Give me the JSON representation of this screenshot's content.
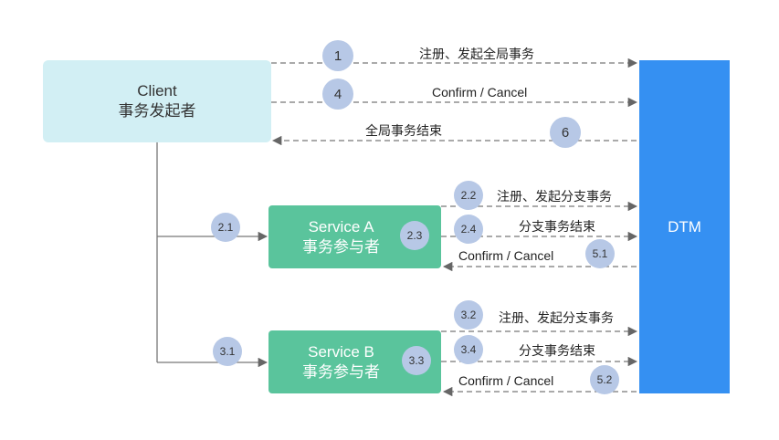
{
  "nodes": {
    "client": {
      "name": "Client",
      "role": "事务发起者"
    },
    "service_a": {
      "name": "Service A",
      "role": "事务参与者"
    },
    "service_b": {
      "name": "Service B",
      "role": "事务参与者"
    },
    "dtm": {
      "name": "DTM"
    }
  },
  "steps": {
    "s1": {
      "num": "1",
      "label": "注册、发起全局事务"
    },
    "s4": {
      "num": "4",
      "label": "Confirm / Cancel"
    },
    "s6": {
      "num": "6",
      "label": "全局事务结束"
    },
    "s2_1": {
      "num": "2.1"
    },
    "s2_2": {
      "num": "2.2",
      "label": "注册、发起分支事务"
    },
    "s2_3": {
      "num": "2.3"
    },
    "s2_4": {
      "num": "2.4",
      "label": "分支事务结束"
    },
    "s5_1": {
      "num": "5.1",
      "label": "Confirm / Cancel"
    },
    "s3_1": {
      "num": "3.1"
    },
    "s3_2": {
      "num": "3.2",
      "label": "注册、发起分支事务"
    },
    "s3_3": {
      "num": "3.3"
    },
    "s3_4": {
      "num": "3.4",
      "label": "分支事务结束"
    },
    "s5_2": {
      "num": "5.2",
      "label": "Confirm / Cancel"
    }
  },
  "colors": {
    "client_bg": "#d2eff4",
    "service_bg": "#5ac49c",
    "dtm_bg": "#3590f2",
    "badge_bg": "#b7c8e6",
    "line": "#666666"
  }
}
